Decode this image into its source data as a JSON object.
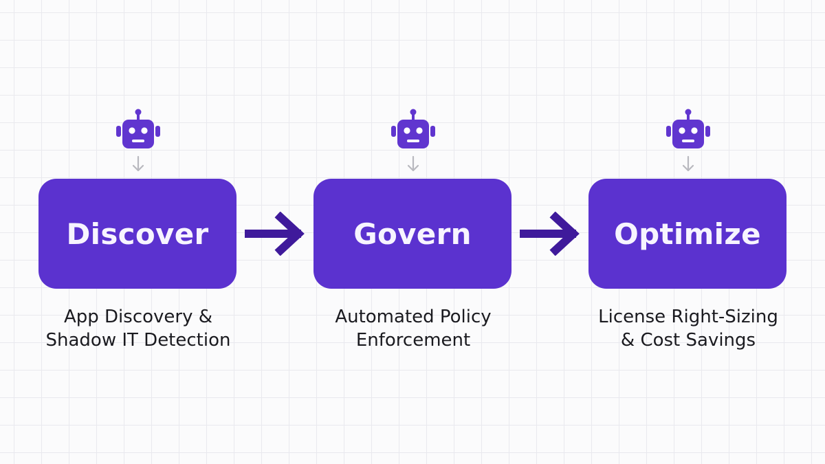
{
  "colors": {
    "box": "#5b32cf",
    "robot": "#6035cf",
    "flow_arrow": "#3f1a9b",
    "down_arrow": "#b9b9bf",
    "box_text": "#f7f4ff",
    "desc_text": "#1a1a1f"
  },
  "icons": {
    "agent": "robot-icon",
    "connector": "down-arrow-icon",
    "flow": "right-arrow-icon"
  },
  "stages": [
    {
      "title": "Discover",
      "description": [
        "App Discovery &",
        "Shadow IT Detection"
      ]
    },
    {
      "title": "Govern",
      "description": [
        "Automated Policy",
        "Enforcement"
      ]
    },
    {
      "title": "Optimize",
      "description": [
        "License Right-Sizing",
        "& Cost Savings"
      ]
    }
  ]
}
